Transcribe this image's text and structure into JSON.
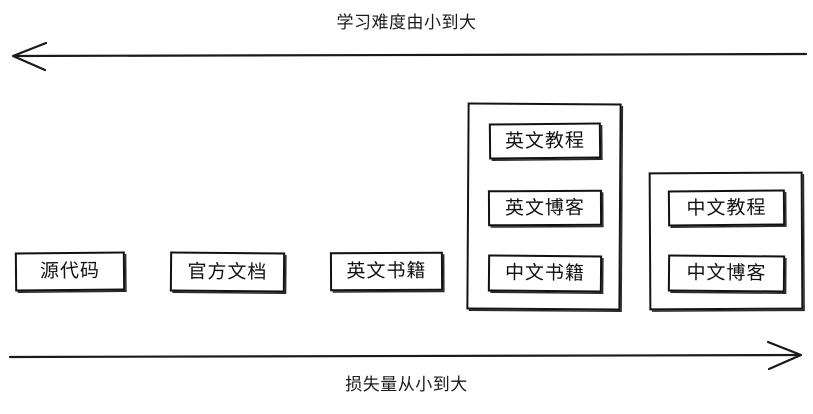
{
  "diagram": {
    "type": "annotated-axis-diagram",
    "top_axis": {
      "label": "学习难度由小到大",
      "direction": "left",
      "arrowhead": "left"
    },
    "bottom_axis": {
      "label": "损失量从小到大",
      "direction": "right",
      "arrowhead": "right"
    },
    "standalone_nodes": [
      {
        "label": "源代码",
        "order": 1
      },
      {
        "label": "官方文档",
        "order": 2
      },
      {
        "label": "英文书籍",
        "order": 3
      }
    ],
    "groups": [
      {
        "name": "group-english-media",
        "order": 4,
        "nodes": [
          {
            "label": "英文教程"
          },
          {
            "label": "英文博客"
          },
          {
            "label": "中文书籍"
          }
        ]
      },
      {
        "name": "group-chinese-media",
        "order": 5,
        "nodes": [
          {
            "label": "中文教程"
          },
          {
            "label": "中文博客"
          }
        ]
      }
    ],
    "colors": {
      "stroke": "#111111",
      "background": "#ffffff",
      "text": "#1a1a1a"
    }
  }
}
